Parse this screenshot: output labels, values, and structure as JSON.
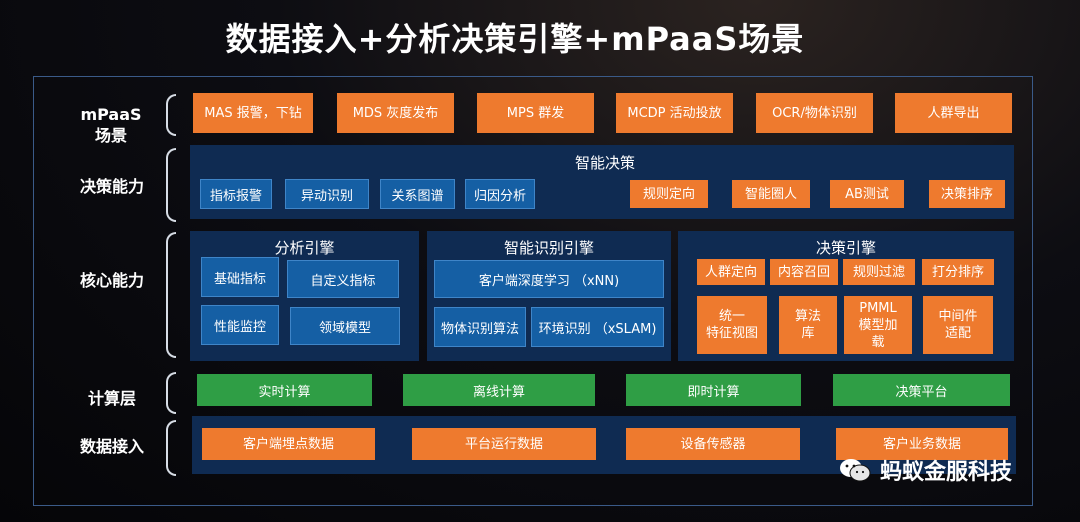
{
  "title": "数据接入+分析决策引擎+mPaaS场景",
  "row_labels": {
    "scene_line1": "mPaaS",
    "scene_line2": "场景",
    "decision": "决策能力",
    "core": "核心能力",
    "compute": "计算层",
    "data": "数据接入"
  },
  "scenes": [
    "MAS 报警，下钻",
    "MDS 灰度发布",
    "MPS 群发",
    "MCDP 活动投放",
    "OCR/物体识别",
    "人群导出"
  ],
  "decision": {
    "title": "智能决策",
    "blue": [
      "指标报警",
      "异动识别",
      "关系图谱",
      "归因分析"
    ],
    "orange": [
      "规则定向",
      "智能圈人",
      "AB测试",
      "决策排序"
    ]
  },
  "analysis": {
    "title": "分析引擎",
    "items": [
      "基础指标",
      "自定义指标",
      "性能监控",
      "领域模型"
    ]
  },
  "recognition": {
    "title": "智能识别引擎",
    "items": [
      "客户端深度学习 （xNN)",
      "物体识别算法",
      "环境识别 （xSLAM)"
    ]
  },
  "engine": {
    "title": "决策引擎",
    "top": [
      "人群定向",
      "内容召回",
      "规则过滤",
      "打分排序"
    ],
    "bottom": [
      {
        "l1": "统一",
        "l2": "特征视图",
        "l3": ""
      },
      {
        "l1": "算法",
        "l2": "库",
        "l3": ""
      },
      {
        "l1": "PMML",
        "l2": "模型加",
        "l3": "载"
      },
      {
        "l1": "中间件",
        "l2": "适配",
        "l3": ""
      }
    ]
  },
  "compute": [
    "实时计算",
    "离线计算",
    "即时计算",
    "决策平台"
  ],
  "data_sources": [
    "客户端埋点数据",
    "平台运行数据",
    "设备传感器",
    "客户业务数据"
  ],
  "watermark": "蚂蚁金服科技",
  "colors": {
    "orange": "#ee7a2e",
    "blue": "#155fa4",
    "green": "#2f9e45",
    "panel": "#0f2b52"
  }
}
